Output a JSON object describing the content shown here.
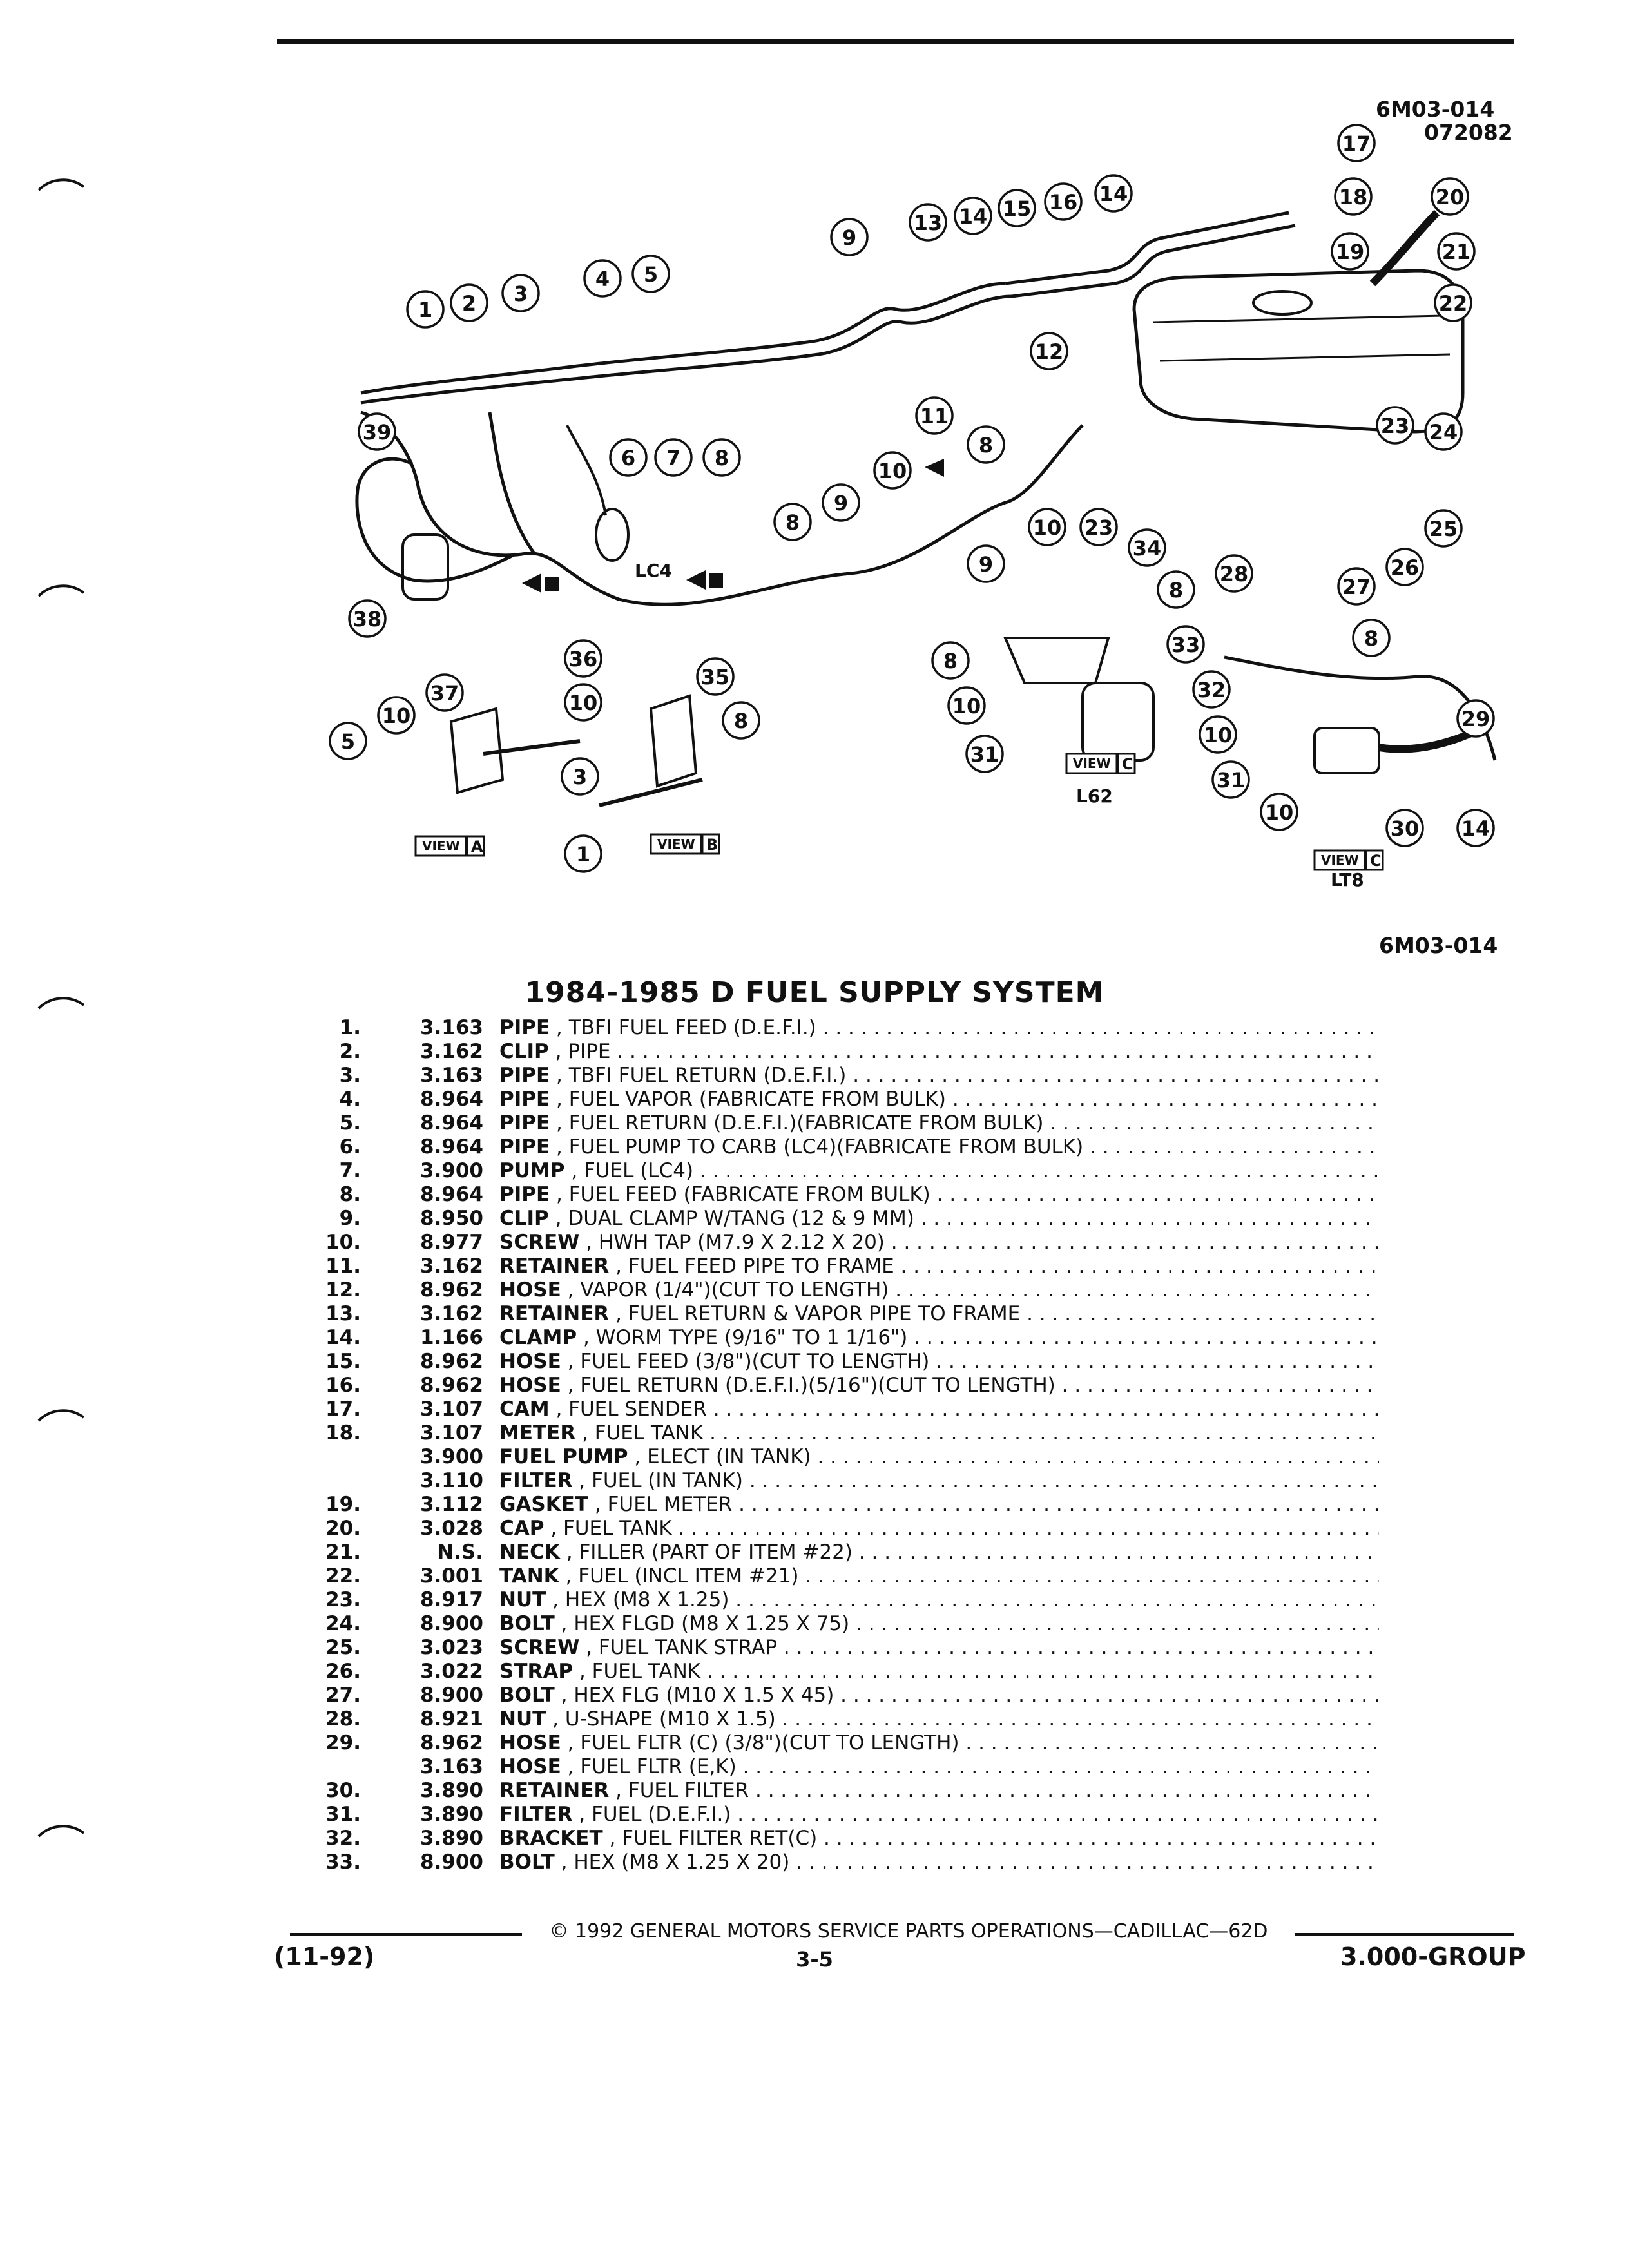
{
  "diagram": {
    "ref_top": "6M03-014",
    "ref_top_date": "072082",
    "ref_bottom": "6M03-014",
    "labels": {
      "lc4": "LC4",
      "l62": "L62",
      "lt8": "LT8",
      "view": "VIEW",
      "a": "A",
      "b": "B",
      "c": "C"
    },
    "callouts": [
      "1",
      "2",
      "3",
      "4",
      "5",
      "6",
      "7",
      "8",
      "9",
      "10",
      "11",
      "12",
      "13",
      "14",
      "15",
      "16",
      "17",
      "18",
      "19",
      "20",
      "21",
      "22",
      "23",
      "24",
      "25",
      "26",
      "27",
      "28",
      "29",
      "30",
      "31",
      "32",
      "33",
      "34",
      "35",
      "36",
      "37",
      "38",
      "39"
    ]
  },
  "title": "1984-1985 D FUEL SUPPLY SYSTEM",
  "parts": [
    {
      "num": "1.",
      "group": "3.163",
      "name": "PIPE",
      "desc": ", TBFI FUEL FEED (D.E.F.I.)"
    },
    {
      "num": "2.",
      "group": "3.162",
      "name": "CLIP",
      "desc": ", PIPE"
    },
    {
      "num": "3.",
      "group": "3.163",
      "name": "PIPE",
      "desc": ", TBFI FUEL RETURN (D.E.F.I.)"
    },
    {
      "num": "4.",
      "group": "8.964",
      "name": "PIPE",
      "desc": ", FUEL VAPOR (FABRICATE FROM BULK)"
    },
    {
      "num": "5.",
      "group": "8.964",
      "name": "PIPE",
      "desc": ", FUEL RETURN (D.E.F.I.)(FABRICATE FROM BULK)"
    },
    {
      "num": "6.",
      "group": "8.964",
      "name": "PIPE",
      "desc": ", FUEL PUMP TO CARB (LC4)(FABRICATE FROM BULK)"
    },
    {
      "num": "7.",
      "group": "3.900",
      "name": "PUMP",
      "desc": ", FUEL (LC4)"
    },
    {
      "num": "8.",
      "group": "8.964",
      "name": "PIPE",
      "desc": ", FUEL FEED (FABRICATE FROM BULK)"
    },
    {
      "num": "9.",
      "group": "8.950",
      "name": "CLIP",
      "desc": ", DUAL CLAMP W/TANG (12 & 9 MM)"
    },
    {
      "num": "10.",
      "group": "8.977",
      "name": "SCREW",
      "desc": ", HWH TAP (M7.9 X 2.12 X 20)"
    },
    {
      "num": "11.",
      "group": "3.162",
      "name": "RETAINER",
      "desc": ", FUEL FEED PIPE TO FRAME"
    },
    {
      "num": "12.",
      "group": "8.962",
      "name": "HOSE",
      "desc": ", VAPOR (1/4\")(CUT TO LENGTH)"
    },
    {
      "num": "13.",
      "group": "3.162",
      "name": "RETAINER",
      "desc": ", FUEL RETURN & VAPOR PIPE TO FRAME"
    },
    {
      "num": "14.",
      "group": "1.166",
      "name": "CLAMP",
      "desc": ", WORM TYPE (9/16\" TO 1 1/16\")"
    },
    {
      "num": "15.",
      "group": "8.962",
      "name": "HOSE",
      "desc": ", FUEL FEED (3/8\")(CUT TO LENGTH)"
    },
    {
      "num": "16.",
      "group": "8.962",
      "name": "HOSE",
      "desc": ", FUEL RETURN (D.E.F.I.)(5/16\")(CUT TO LENGTH)"
    },
    {
      "num": "17.",
      "group": "3.107",
      "name": "CAM",
      "desc": ", FUEL SENDER"
    },
    {
      "num": "18.",
      "group": "3.107",
      "name": "METER",
      "desc": ", FUEL TANK"
    },
    {
      "num": "",
      "group": "3.900",
      "name": "FUEL PUMP",
      "desc": ", ELECT (IN TANK)"
    },
    {
      "num": "",
      "group": "3.110",
      "name": "FILTER",
      "desc": ", FUEL (IN TANK)"
    },
    {
      "num": "19.",
      "group": "3.112",
      "name": "GASKET",
      "desc": ", FUEL METER"
    },
    {
      "num": "20.",
      "group": "3.028",
      "name": "CAP",
      "desc": ", FUEL TANK"
    },
    {
      "num": "21.",
      "group": "N.S.",
      "name": "NECK",
      "desc": ", FILLER (PART OF ITEM #22)"
    },
    {
      "num": "22.",
      "group": "3.001",
      "name": "TANK",
      "desc": ", FUEL (INCL ITEM #21)"
    },
    {
      "num": "23.",
      "group": "8.917",
      "name": "NUT",
      "desc": ", HEX (M8 X 1.25)"
    },
    {
      "num": "24.",
      "group": "8.900",
      "name": "BOLT",
      "desc": ", HEX FLGD (M8 X 1.25 X 75)"
    },
    {
      "num": "25.",
      "group": "3.023",
      "name": "SCREW",
      "desc": ", FUEL TANK STRAP"
    },
    {
      "num": "26.",
      "group": "3.022",
      "name": "STRAP",
      "desc": ", FUEL TANK"
    },
    {
      "num": "27.",
      "group": "8.900",
      "name": "BOLT",
      "desc": ", HEX FLG (M10 X 1.5 X 45)"
    },
    {
      "num": "28.",
      "group": "8.921",
      "name": "NUT",
      "desc": ", U-SHAPE (M10 X 1.5)"
    },
    {
      "num": "29.",
      "group": "8.962",
      "name": "HOSE",
      "desc": ", FUEL FLTR (C) (3/8\")(CUT TO LENGTH)"
    },
    {
      "num": "",
      "group": "3.163",
      "name": "HOSE",
      "desc": ", FUEL FLTR (E,K)"
    },
    {
      "num": "30.",
      "group": "3.890",
      "name": "RETAINER",
      "desc": ", FUEL FILTER"
    },
    {
      "num": "31.",
      "group": "3.890",
      "name": "FILTER",
      "desc": ", FUEL (D.E.F.I.)"
    },
    {
      "num": "32.",
      "group": "3.890",
      "name": "BRACKET",
      "desc": ", FUEL FILTER RET(C)"
    },
    {
      "num": "33.",
      "group": "8.900",
      "name": "BOLT",
      "desc": ", HEX (M8 X 1.25 X 20)"
    }
  ],
  "footer": {
    "copyright": "© 1992 GENERAL MOTORS SERVICE PARTS OPERATIONS—CADILLAC—62D",
    "date_code": "(11-92)",
    "page": "3-5",
    "group": "3.000-GROUP"
  }
}
